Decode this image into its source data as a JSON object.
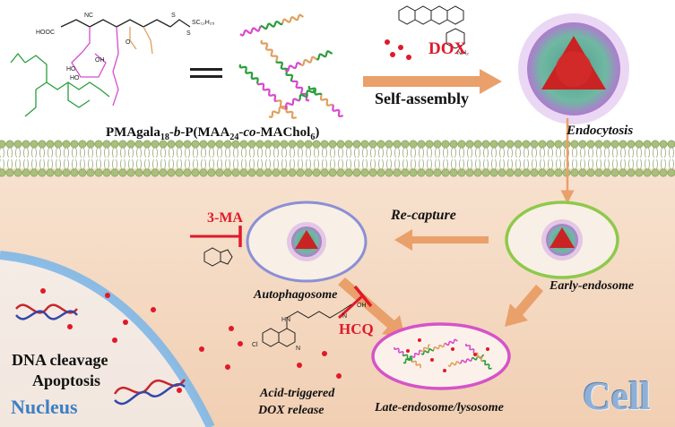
{
  "labels": {
    "polymer": {
      "part1": "PMAgala",
      "sub1": "18",
      "part2": "-",
      "b": "b",
      "part3": "-P(MAA",
      "sub2": "24",
      "part4": "-",
      "co": "co",
      "part5": "-MAChol",
      "sub3": "6",
      "part6": ")"
    },
    "dox": "DOX",
    "self_assembly": "Self-assembly",
    "endocytosis": "Endocytosis",
    "re_capture": "Re-capture",
    "three_ma": "3-MA",
    "hcq": "HCQ",
    "autophagosome": "Autophagosome",
    "early_endosome": "Early-endosome",
    "late_endosome": "Late-endosome/lysosome",
    "acid_line1": "Acid-triggered",
    "acid_line2": "DOX release",
    "dna_line1": "DNA cleavage",
    "dna_line2": "Apoptosis",
    "nucleus": "Nucleus",
    "cell": "Cell"
  },
  "chem_text": {
    "hooc": "HOOC",
    "nc": "NC",
    "s1": "S",
    "s2": "S",
    "sc12": "SC₁₂H₂₅",
    "o": "O",
    "ho1": "HO",
    "ho2": "HO",
    "oh1": "OH",
    "nh2": "NH₂",
    "oh_hcq": "OH",
    "hn": "HN",
    "cl": "Cl",
    "n1": "N",
    "n2": "N"
  },
  "colors": {
    "cell_bg": "#f4d9c4",
    "membrane": "#b7c98f",
    "arrow_orange": "#e9a06a",
    "autophagosome_ring": "#8b8fd6",
    "early_ring": "#8ec94b",
    "late_ring": "#d653c8",
    "nucleus_edge": "#7fb7e6",
    "dox_red": "#e0192a",
    "inhibitor_red": "#e0192a"
  }
}
